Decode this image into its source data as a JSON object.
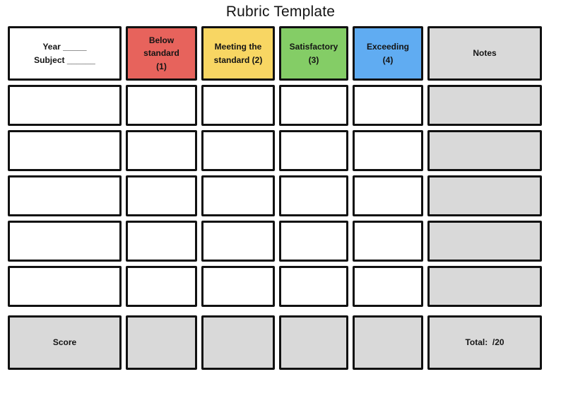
{
  "title": "Rubric Template",
  "table": {
    "header": {
      "year_subject": {
        "line1": "Year _____",
        "line2": "Subject ______"
      },
      "below_standard": {
        "line1": "Below",
        "line2": "standard",
        "line3": "(1)"
      },
      "meeting_standard": {
        "line1": "Meeting the",
        "line2": "standard (2)"
      },
      "satisfactory": {
        "line1": "Satisfactory",
        "line2": "(3)"
      },
      "exceeding": {
        "line1": "Exceeding",
        "line2": "(4)"
      },
      "notes": {
        "line1": "Notes"
      }
    },
    "body_row_count": 5,
    "footer": {
      "score_label": "Score",
      "total_label": "Total:  /20"
    }
  },
  "colors": {
    "below_standard": "#E7635C",
    "meeting_standard": "#F8D663",
    "satisfactory": "#84CD66",
    "exceeding": "#60ACF2",
    "gray_cell": "#D9D9D9",
    "border": "#111111",
    "text": "#141414"
  }
}
